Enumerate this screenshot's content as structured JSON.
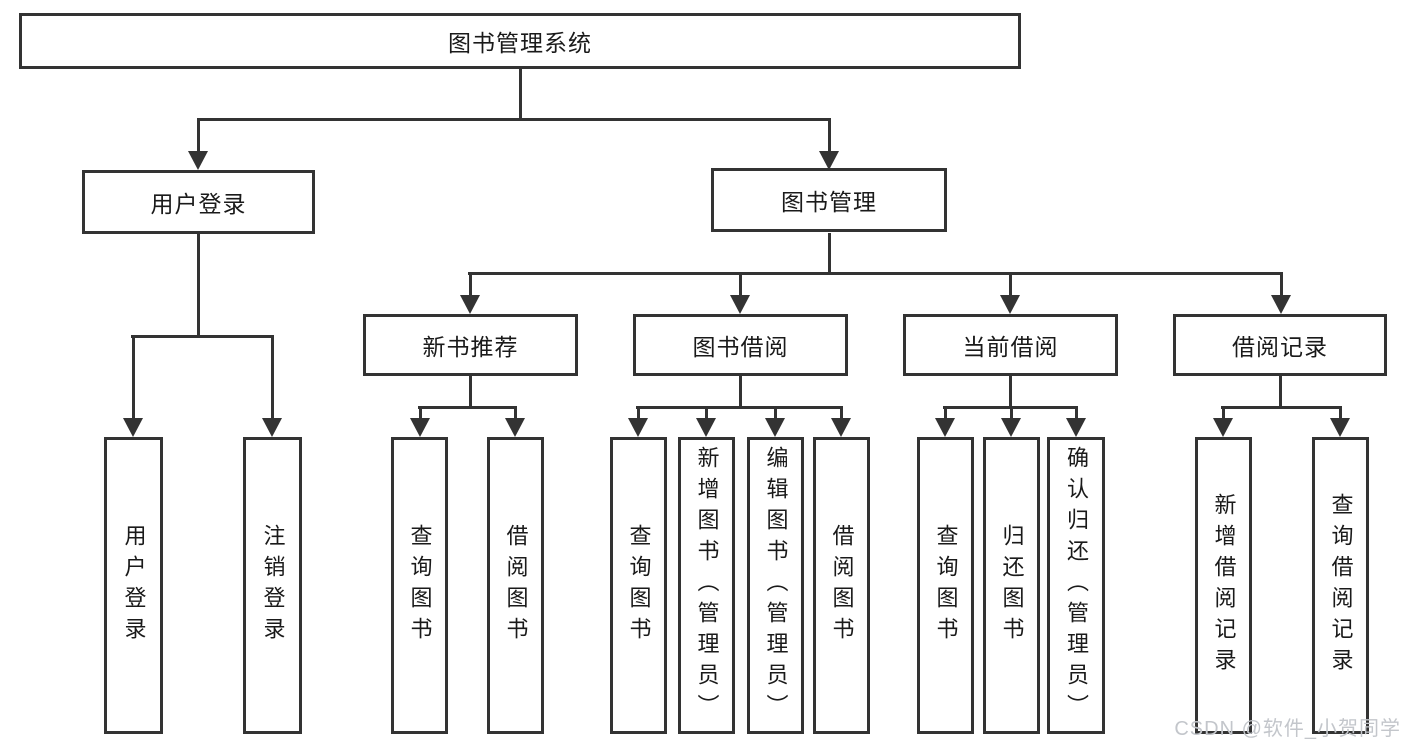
{
  "nodes": {
    "root": "图书管理系统",
    "login": "用户登录",
    "mgmt": "图书管理",
    "login_children": [
      "用户登录",
      "注销登录"
    ],
    "modules": [
      "新书推荐",
      "图书借阅",
      "当前借阅",
      "借阅记录"
    ],
    "module_children": [
      [
        "查询图书",
        "借阅图书"
      ],
      [
        "查询图书",
        "新增图书（管理员）",
        "编辑图书（管理员）",
        "借阅图书"
      ],
      [
        "查询图书",
        "归还图书",
        "确认归还（管理员）"
      ],
      [
        "新增借阅记录",
        "查询借阅记录"
      ]
    ]
  },
  "watermark": "CSDN @软件_小贺同学",
  "colors": {
    "line": "#333333",
    "text": "#1a1a1a",
    "watermark": "#c3c6cb",
    "background": "#ffffff"
  }
}
